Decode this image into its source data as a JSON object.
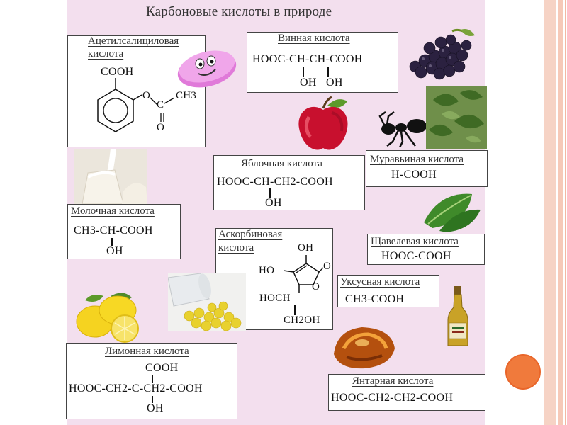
{
  "slide": {
    "title": "Карбоновые кислоты в природе",
    "accent_colors": {
      "background": "#f3dfee",
      "stripe": "#f6c9b8",
      "circle": "#f07a3c"
    }
  },
  "acids": {
    "acetylsalicylic": {
      "name_line1": "Ацетилсалициловая",
      "name_line2": "кислота",
      "cooh": "COOH",
      "o_ester": "O",
      "c_carbonyl": "C",
      "ch3": "CH3",
      "o_carbonyl": "O"
    },
    "tartaric": {
      "name": "Винная кислота",
      "formula": "HOOC-CH-CH-COOH",
      "oh1": "OH",
      "oh2": "OH"
    },
    "malic": {
      "name": "Яблочная кислота",
      "formula": "HOOC-CH-CH2-COOH",
      "oh": "OH"
    },
    "formic": {
      "name": "Муравьиная кислота",
      "formula": "H-COOH"
    },
    "lactic": {
      "name": "Молочная кислота",
      "formula": "CH3-CH-COOH",
      "oh": "OH"
    },
    "ascorbic": {
      "name_line1": "Аскорбиновая",
      "name_line2": "кислота",
      "oh_top": "OH",
      "ho_left": "HO",
      "o_ring": "O",
      "o_keto": "O",
      "hoch": "HOCH",
      "ch2oh": "CH2OH"
    },
    "oxalic": {
      "name": "Щавелевая кислота",
      "formula": "HOOC-COOH"
    },
    "acetic": {
      "name": "Уксусная кислота",
      "formula": "CH3-COOH"
    },
    "citric": {
      "name": "Лимонная кислота",
      "cooh": "COOH",
      "formula": "HOOC-CH2-C-CH2-COOH",
      "oh": "OH"
    },
    "succinic": {
      "name": "Янтарная кислота",
      "formula": "HOOC-CH2-CH2-COOH"
    }
  },
  "icons": [
    "aspirin-pill-icon",
    "grapes-icon",
    "apple-icon",
    "ant-icon",
    "nettle-leaves-icon",
    "milk-icon",
    "sorrel-leaf-icon",
    "vitamin-pills-icon",
    "lemon-icon",
    "vinegar-bottle-icon",
    "amber-icon"
  ]
}
